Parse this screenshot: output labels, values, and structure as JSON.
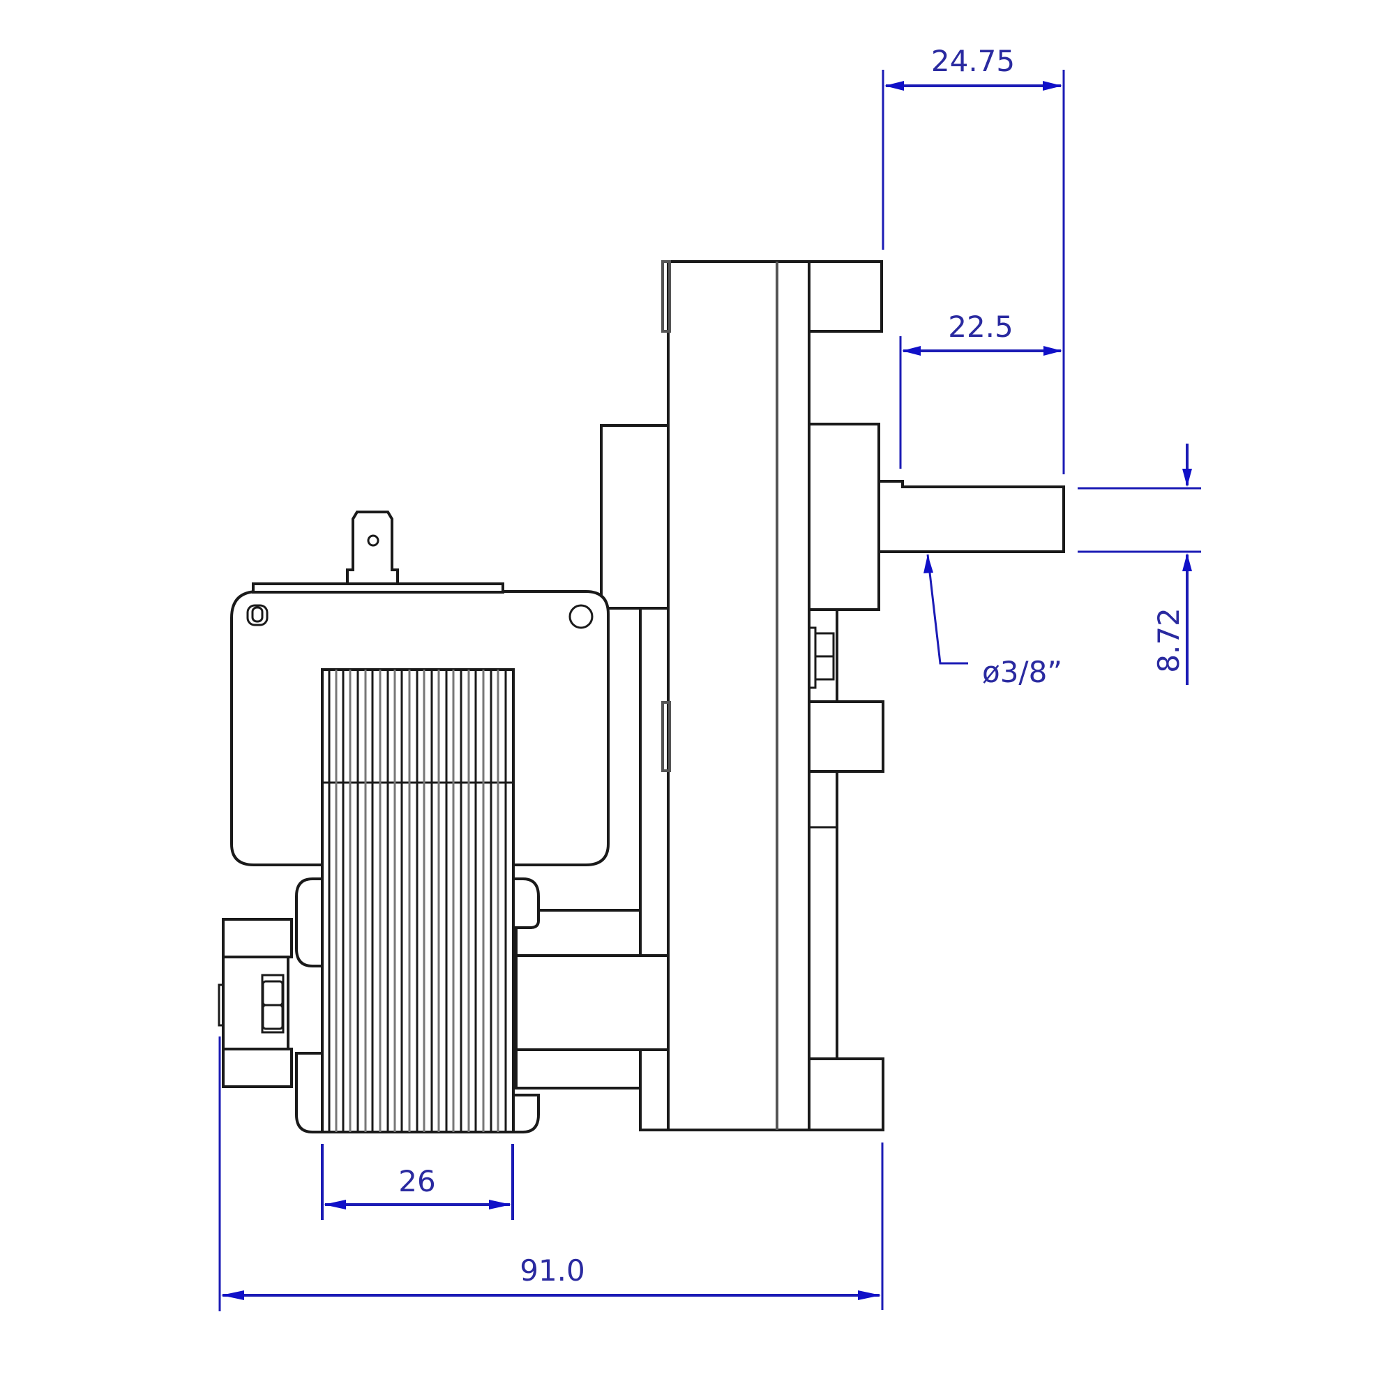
{
  "drawing": {
    "title": "Gear motor dimensional drawing (side view)",
    "line_color": "#1a1a1a",
    "dimension_color": "#1b1bb5",
    "background": "#ffffff"
  },
  "dimensions": {
    "overall_shaft_length": {
      "label": "24.75",
      "orientation": "horizontal"
    },
    "shaft_exposed_length": {
      "label": "22.5",
      "orientation": "horizontal"
    },
    "shaft_diameter": {
      "label": "ø3/8”",
      "type": "leader"
    },
    "shaft_flat_depth": {
      "label": "8.72",
      "orientation": "vertical"
    },
    "coil_stack_width": {
      "label": "26",
      "orientation": "horizontal"
    },
    "overall_length": {
      "label": "91.0",
      "orientation": "horizontal"
    }
  },
  "components": {
    "gearbox": "gearbox-housing",
    "output_shaft": "d-shaft",
    "motor_stator": "laminated-stator",
    "terminal": "spade-terminal",
    "mounting_plate": "motor-mounting-plate"
  }
}
